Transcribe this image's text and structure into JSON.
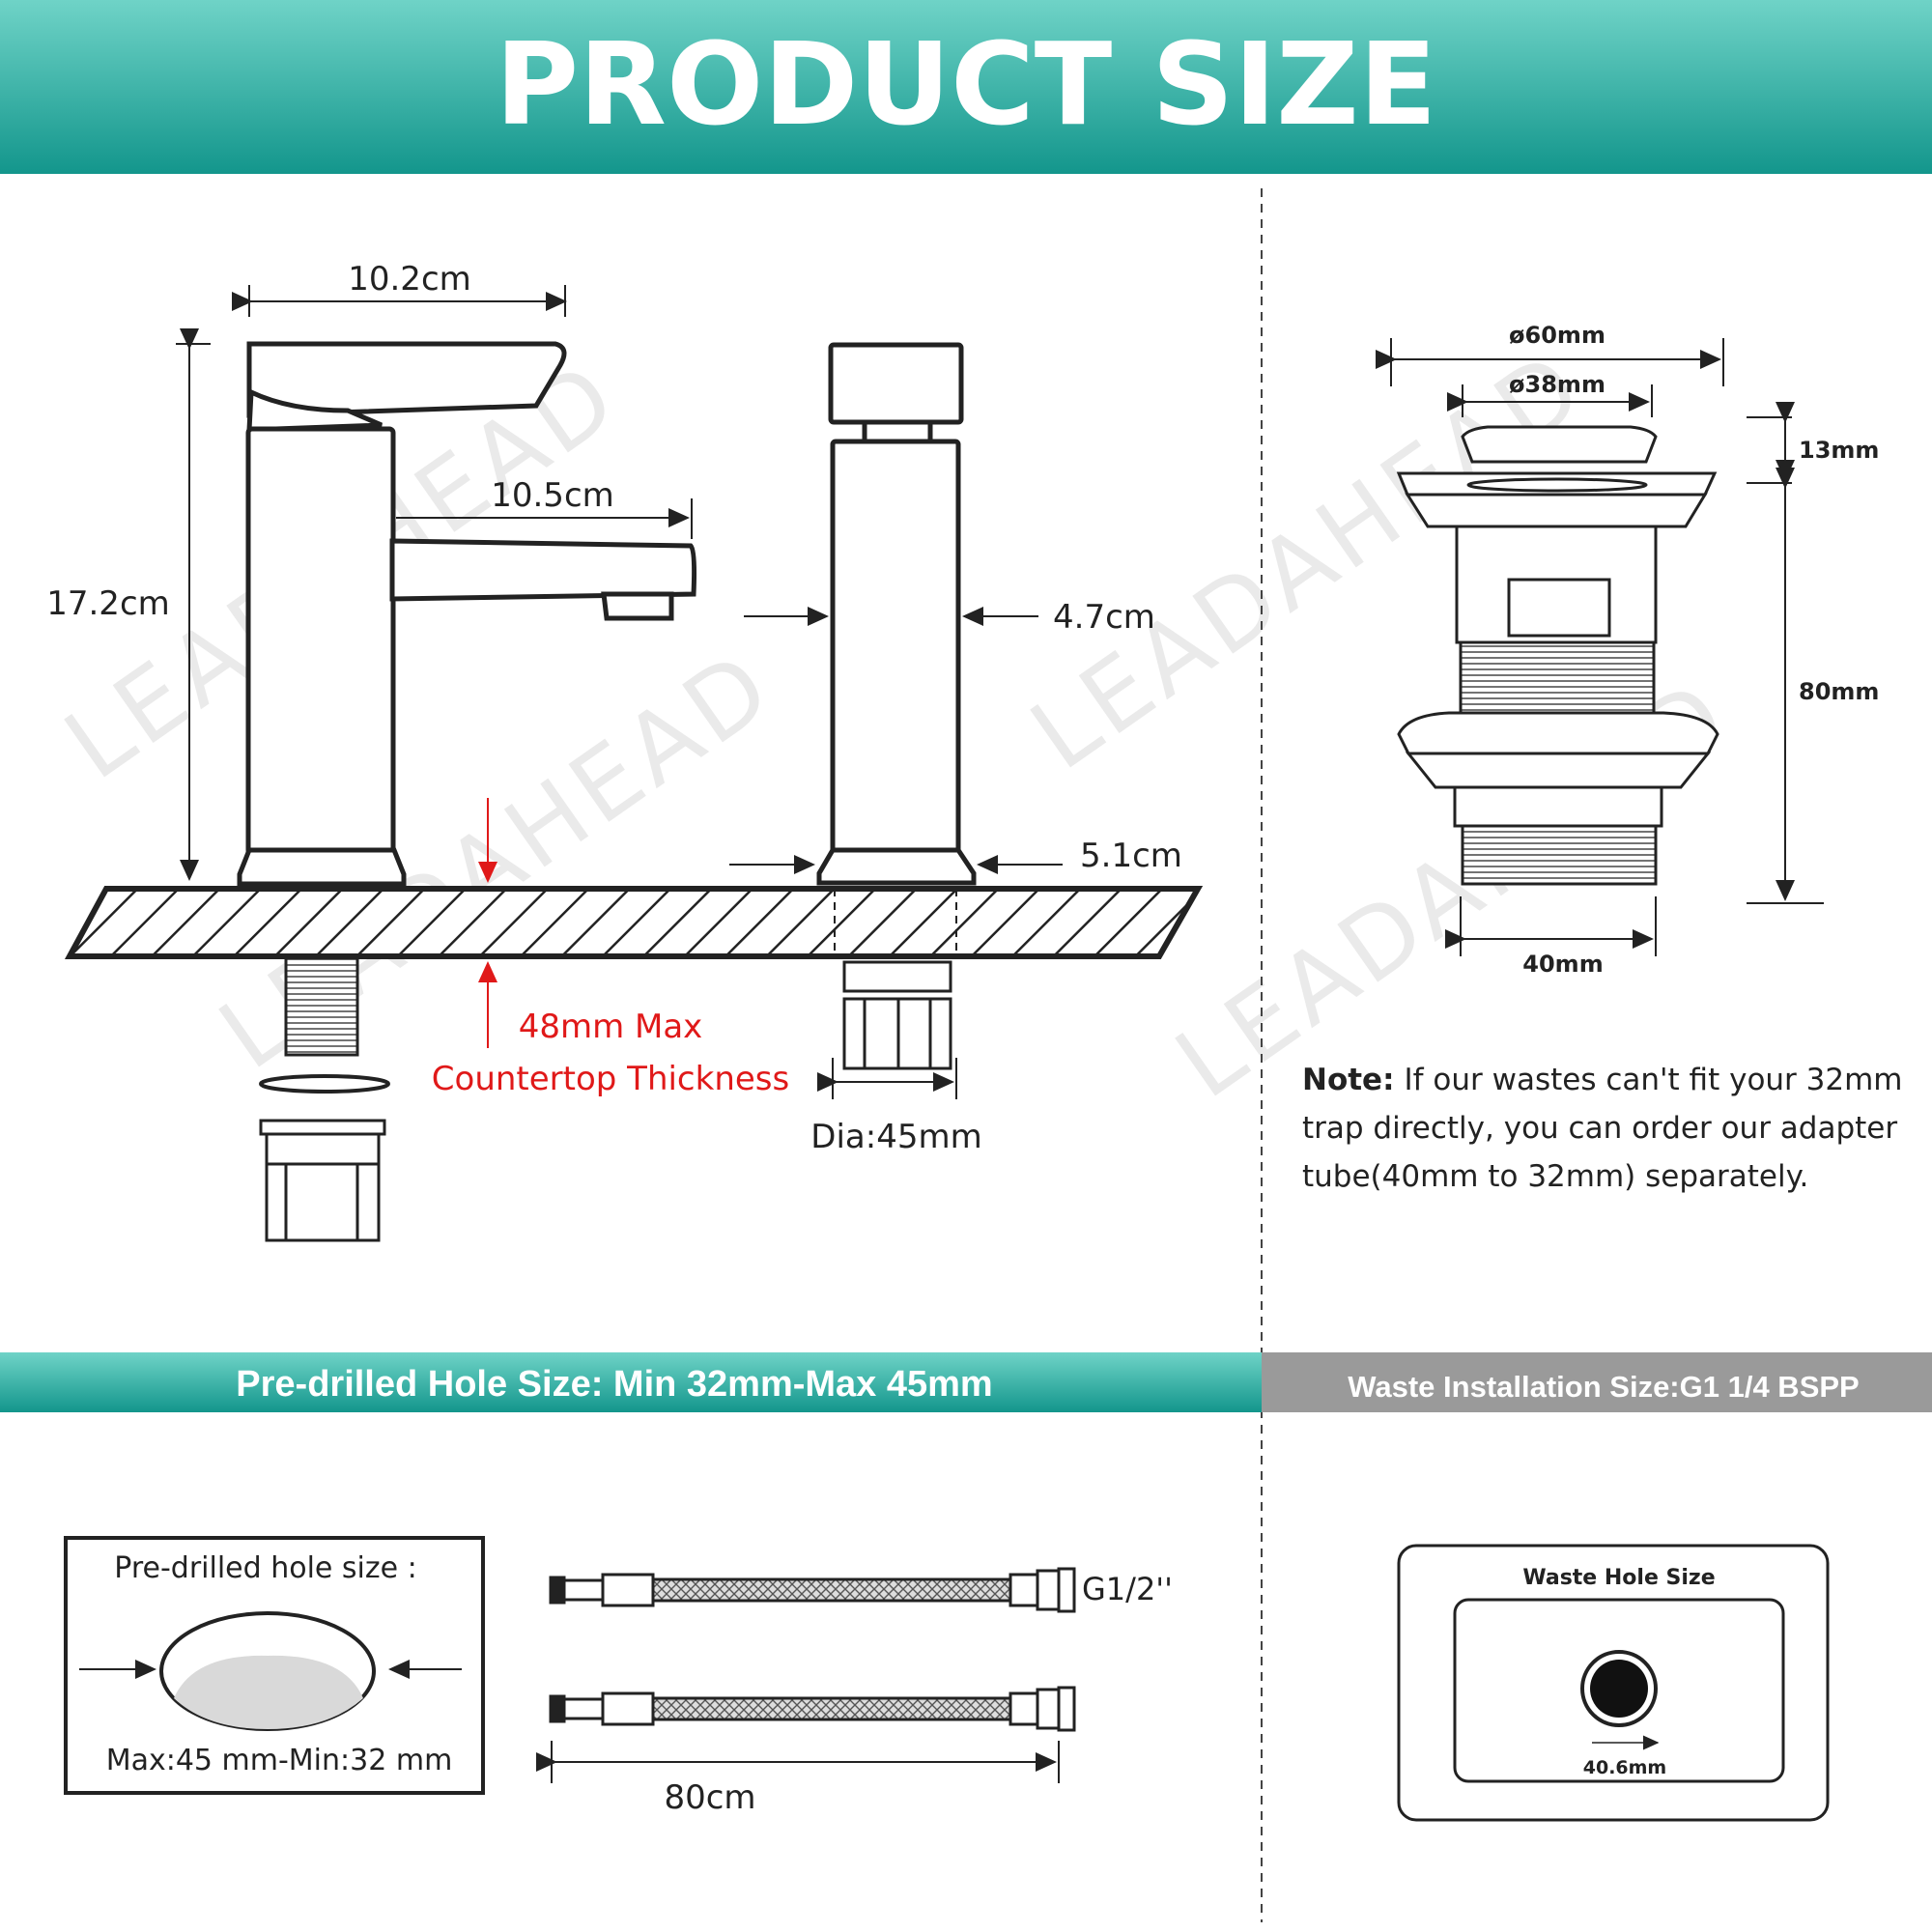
{
  "header": {
    "title": "PRODUCT SIZE"
  },
  "colors": {
    "teal_dark": "#13968c",
    "teal_light": "#6fd3c7",
    "red": "#e01919",
    "gray_band": "#9a9a9a"
  },
  "watermark": "LEADAHEAD",
  "faucet": {
    "width_top": "10.2cm",
    "height": "17.2cm",
    "spout_reach": "10.5cm",
    "body_width": "4.7cm",
    "base_width": "5.1cm",
    "countertop_line1": "48mm Max",
    "countertop_line2": "Countertop Thickness",
    "dia": "Dia:45mm"
  },
  "waste": {
    "outer_dia": "ø60mm",
    "inner_dia": "ø38mm",
    "cap_height": "13mm",
    "body_height": "80mm",
    "thread_width": "40mm"
  },
  "note": {
    "label": "Note:",
    "line1": "If our wastes can't fit your 32mm",
    "line2": "trap directly, you can order our adapter",
    "line3": "tube(40mm to 32mm) separately."
  },
  "bands": {
    "left": "Pre-drilled Hole Size: Min 32mm-Max 45mm",
    "right": "Waste Installation Size:G1 1/4 BSPP"
  },
  "hole_box": {
    "title": "Pre-drilled hole size :",
    "range": "Max:45 mm-Min:32 mm"
  },
  "hoses": {
    "thread": "G1/2''",
    "length": "80cm"
  },
  "waste_box": {
    "title": "Waste Hole Size",
    "dia": "40.6mm"
  }
}
